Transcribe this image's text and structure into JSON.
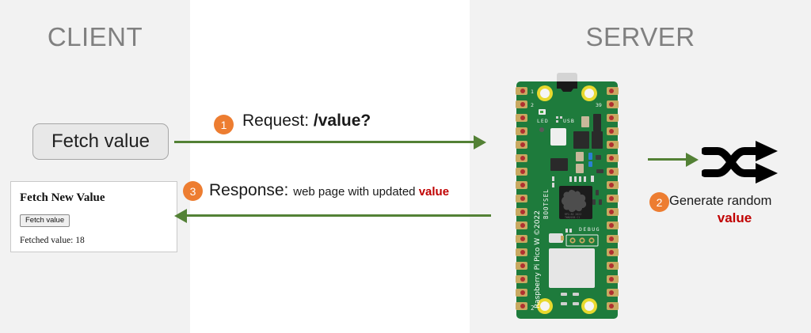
{
  "diagram": {
    "title_client": "CLIENT",
    "title_server": "SERVER",
    "accent_orange": "#ED7D31",
    "accent_green": "#538135",
    "accent_red": "#C00000",
    "panel_bg": "#F2F2F2"
  },
  "client": {
    "fetch_button_label": "Fetch value",
    "browser": {
      "heading": "Fetch New Value",
      "button_label": "Fetch value",
      "result_text": "Fetched value: 18"
    }
  },
  "steps": [
    {
      "number": "1",
      "label_prefix": "Request: ",
      "label_strong": "/value?",
      "label_suffix": "",
      "direction": "client-to-server"
    },
    {
      "number": "2",
      "label_prefix": "Generate random",
      "label_strong": "value",
      "label_suffix": "",
      "direction": "server-internal"
    },
    {
      "number": "3",
      "label_prefix": "Response: ",
      "label_sub": "web page with updated ",
      "label_strong": "value",
      "direction": "server-to-client"
    }
  ],
  "server": {
    "board": {
      "name": "Raspberry Pi Pico W ©2022",
      "silk_bootsel": "BOOTSEL",
      "silk_led": "LED",
      "silk_usb": "USB",
      "silk_debug": "DEBUG",
      "pin_label_1": "1",
      "pin_label_2": "2",
      "pin_label_39": "39",
      "pin_label_20": "2",
      "pcb_color": "#1E7B3C",
      "pad_color": "#C9A961"
    },
    "random_icon": "shuffle-icon"
  }
}
